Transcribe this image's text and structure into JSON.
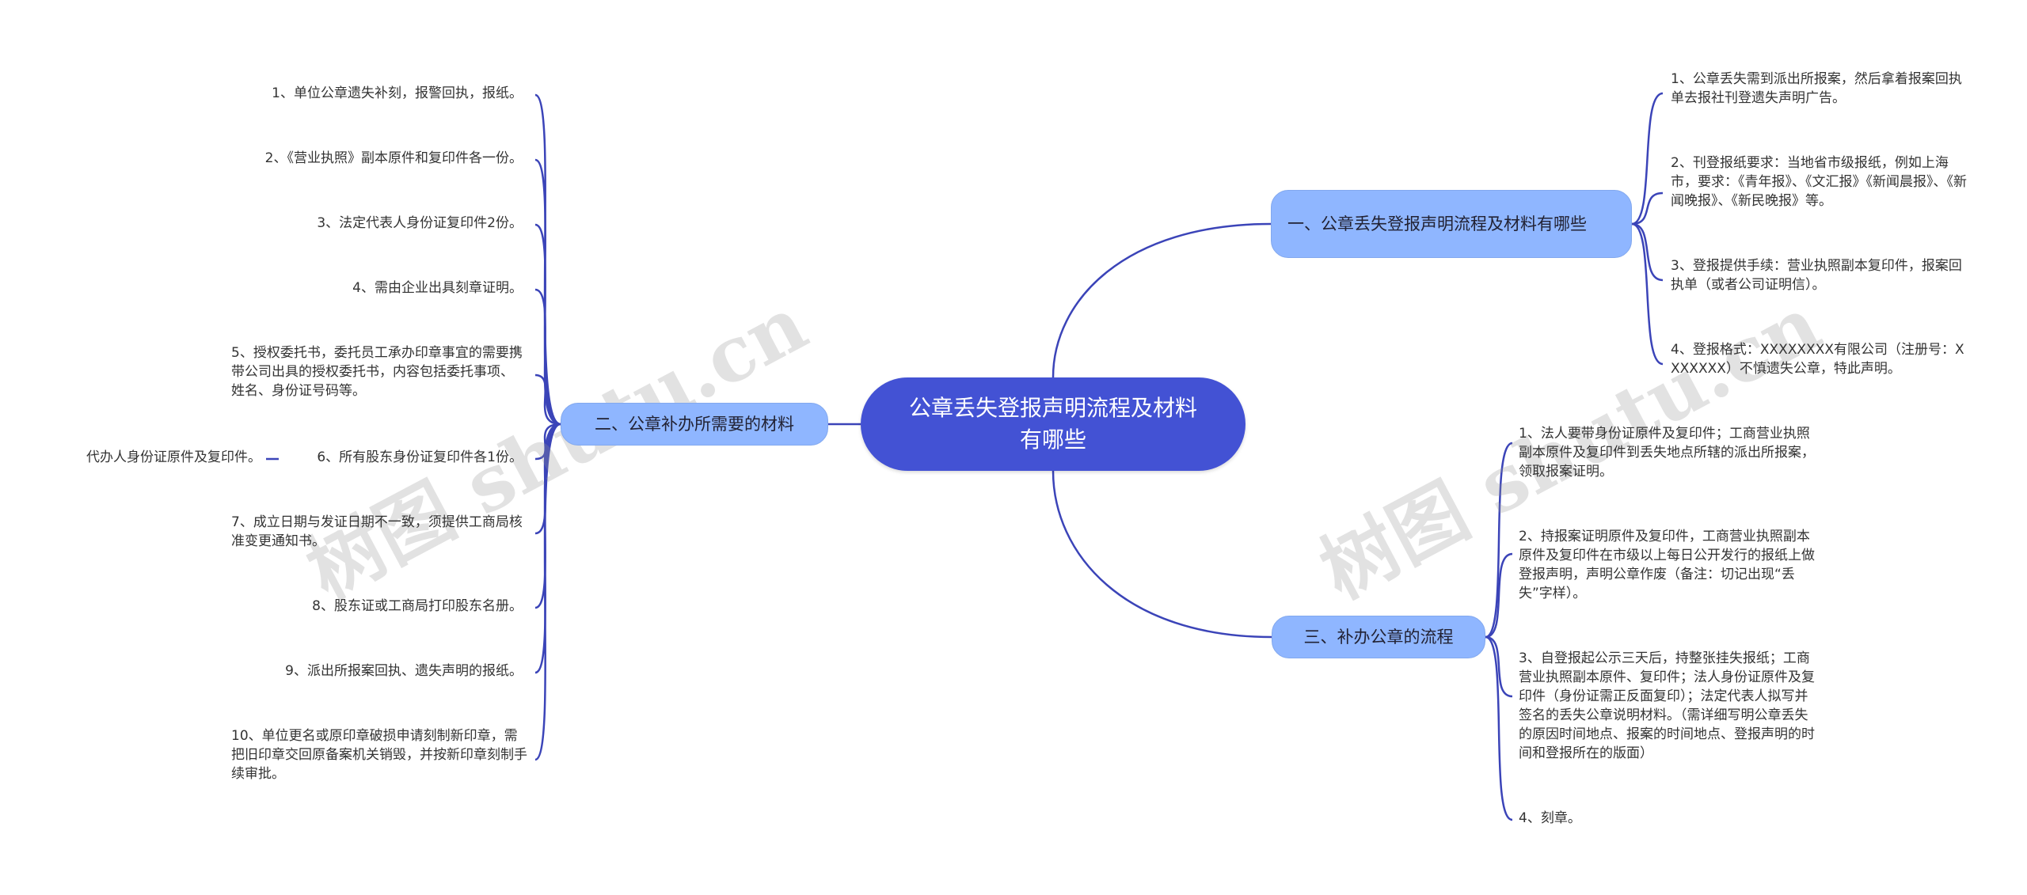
{
  "root": {
    "title": "公章丢失登报声明流程及材料有哪些"
  },
  "branches": [
    {
      "id": "b1",
      "label": "一、公章丢失登报声明流程及材料有哪些",
      "items": [
        "1、公章丢失需到派出所报案，然后拿着报案回执单去报社刊登遗失声明广告。",
        "2、刊登报纸要求：当地省市级报纸，例如上海市，要求：《青年报》、《文汇报》《新闻晨报》、《新闻晚报》、《新民晚报》等。",
        "3、登报提供手续：营业执照副本复印件，报案回执单（或者公司证明信）。",
        "4、登报格式：XXXXXXXX有限公司（注册号：XXXXXXX）不慎遗失公章，特此声明。"
      ]
    },
    {
      "id": "b2",
      "label": "二、公章补办所需要的材料",
      "items": [
        "1、单位公章遗失补刻，报警回执，报纸。",
        "2、《营业执照》副本原件和复印件各一份。",
        "3、法定代表人身份证复印件2份。",
        "4、需由企业出具刻章证明。",
        "5、授权委托书，委托员工承办印章事宜的需要携带公司出具的授权委托书，内容包括委托事项、姓名、身份证号码等。",
        "6、所有股东身份证复印件各1份。",
        "7、成立日期与发证日期不一致，须提供工商局核准变更通知书。",
        "8、股东证或工商局打印股东名册。",
        "9、派出所报案回执、遗失声明的报纸。",
        "10、单位更名或原印章破损申请刻制新印章，需把旧印章交回原备案机关销毁，并按新印章刻制手续审批。"
      ],
      "sub_item": "代办人身份证原件及复印件。"
    },
    {
      "id": "b3",
      "label": "三、补办公章的流程",
      "items": [
        "1、法人要带身份证原件及复印件；工商营业执照副本原件及复印件到丢失地点所辖的派出所报案，领取报案证明。",
        "2、持报案证明原件及复印件，工商营业执照副本原件及复印件在市级以上每日公开发行的报纸上做登报声明，声明公章作废（备注：切记出现“丢失”字样）。",
        "3、自登报起公示三天后，持整张挂失报纸；工商营业执照副本原件、复印件；法人身份证原件及复印件（身份证需正反面复印）；法定代表人拟写并签名的丢失公章说明材料。（需详细写明公章丢失的原因时间地点、报案的时间地点、登报声明的时间和登报所在的版面）",
        "4、刻章。"
      ]
    }
  ],
  "colors": {
    "root": "#4352d4",
    "branch": "#8fb6ff",
    "edge": "#3b44b8"
  }
}
